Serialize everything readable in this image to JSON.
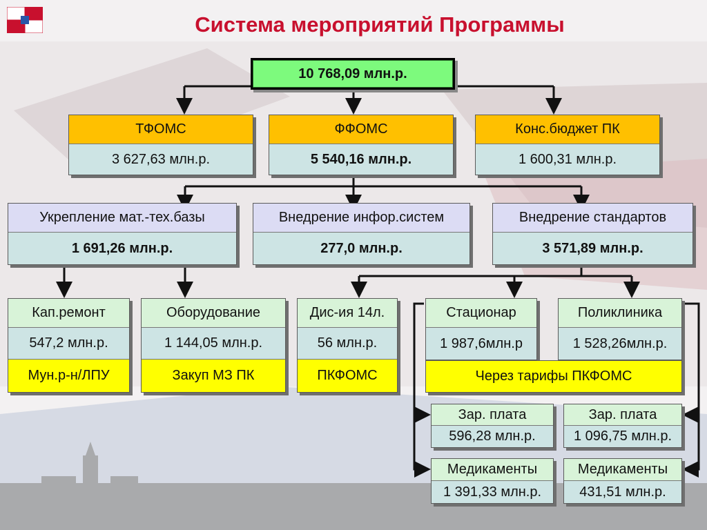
{
  "title": "Система мероприятий Программы",
  "total": "10 768,09 млн.р.",
  "sources": [
    {
      "label": "ТФОМС",
      "value": "3 627,63 млн.р."
    },
    {
      "label": "ФФОМС",
      "value": "5 540,16 млн.р."
    },
    {
      "label": "Конс.бюджет ПК",
      "value": "1 600,31 млн.р."
    }
  ],
  "directions": [
    {
      "label": "Укрепление мат.-тех.базы",
      "value": "1 691,26 млн.р."
    },
    {
      "label": "Внедрение инфор.систем",
      "value": "277,0 млн.р."
    },
    {
      "label": "Внедрение стандартов",
      "value": "3 571,89 млн.р."
    }
  ],
  "activities": [
    {
      "label": "Кап.ремонт",
      "value": "547,2 млн.р.",
      "executor": "Мун.р-н/ЛПУ"
    },
    {
      "label": "Оборудование",
      "value": "1 144,05 млн.р.",
      "executor": "Закуп МЗ ПК"
    },
    {
      "label": "Дис-ия 14л.",
      "value": "56 млн.р.",
      "executor": "ПКФОМС"
    },
    {
      "label": "Стационар",
      "value": "1 987,6млн.р"
    },
    {
      "label": "Поликлиника",
      "value": "1 528,26млн.р."
    }
  ],
  "shared_executor": "Через тарифы ПКФОМС",
  "breakdown": [
    {
      "label": "Зар. плата",
      "value": "596,28 млн.р."
    },
    {
      "label": "Зар. плата",
      "value": "1 096,75 млн.р."
    },
    {
      "label": "Медикаменты",
      "value": "1 391,33 млн.р."
    },
    {
      "label": "Медикаменты",
      "value": "431,51 млн.р."
    }
  ],
  "colors": {
    "title": "#c8102e",
    "total_fill": "#7dfa7d",
    "source_header": "#ffc000",
    "header": "#dcdcf4",
    "value": "#cde4e4",
    "executor": "#ffff00",
    "breakdown_header": "#d8f3d8"
  }
}
